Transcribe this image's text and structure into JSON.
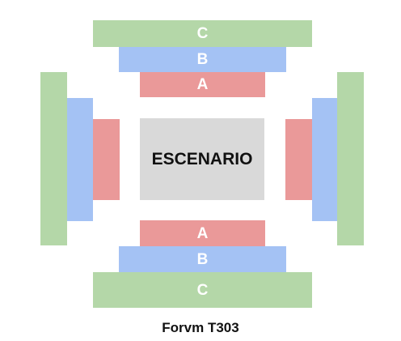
{
  "stage": {
    "label": "ESCENARIO",
    "color": "#d9d9d9"
  },
  "venue": {
    "name": "Forvm T303"
  },
  "sections": {
    "top": {
      "C": {
        "label": "C",
        "color": "#b4d7a8"
      },
      "B": {
        "label": "B",
        "color": "#a4c2f4"
      },
      "A": {
        "label": "A",
        "color": "#ea9999"
      }
    },
    "bottom": {
      "A": {
        "label": "A",
        "color": "#ea9999"
      },
      "B": {
        "label": "B",
        "color": "#a4c2f4"
      },
      "C": {
        "label": "C",
        "color": "#b4d7a8"
      }
    },
    "left": {
      "C": {
        "color": "#b4d7a8"
      },
      "B": {
        "color": "#a4c2f4"
      },
      "A": {
        "color": "#ea9999"
      }
    },
    "right": {
      "A": {
        "color": "#ea9999"
      },
      "B": {
        "color": "#a4c2f4"
      },
      "C": {
        "color": "#b4d7a8"
      }
    }
  }
}
